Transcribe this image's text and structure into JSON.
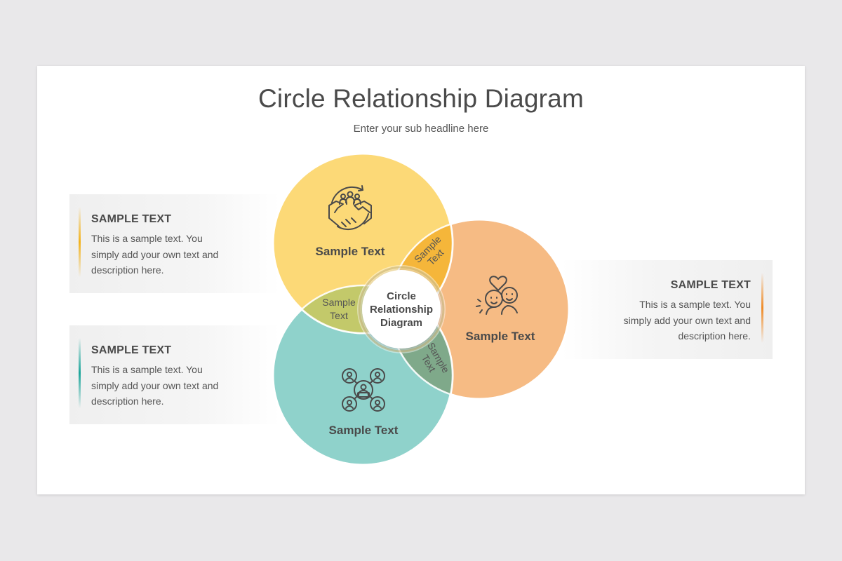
{
  "title": "Circle Relationship Diagram",
  "subtitle": "Enter your sub headline here",
  "colors": {
    "yellow": "#fcd977",
    "orange": "#f6bb84",
    "teal": "#8fd2cb",
    "yellow_orange_overlap": "#f5b63a",
    "yellow_teal_overlap": "#c3c96a",
    "orange_teal_overlap": "#7fa98a",
    "yellow_accent": "#f2b21b",
    "teal_accent": "#1ba59a",
    "orange_accent": "#ef8a25"
  },
  "cards": [
    {
      "heading": "SAMPLE TEXT",
      "body": "This is a sample text. You simply add your own text and description here."
    },
    {
      "heading": "SAMPLE TEXT",
      "body": "This is a sample text. You simply add your own text and description here."
    },
    {
      "heading": "SAMPLE TEXT",
      "body": "This is a sample text. You simply add your own text and description here."
    }
  ],
  "diagram": {
    "center_label_lines": [
      "Circle",
      "Relationship",
      "Diagram"
    ],
    "circles": [
      {
        "label": "Sample Text",
        "icon": "handshake-team-icon"
      },
      {
        "label": "Sample Text",
        "icon": "friends-heart-icon"
      },
      {
        "label": "Sample Text",
        "icon": "network-people-icon"
      }
    ],
    "overlaps": [
      {
        "line1": "Sample",
        "line2": "Text"
      },
      {
        "line1": "Sample",
        "line2": "Text"
      },
      {
        "line1": "Sample",
        "line2": "Text"
      }
    ]
  }
}
